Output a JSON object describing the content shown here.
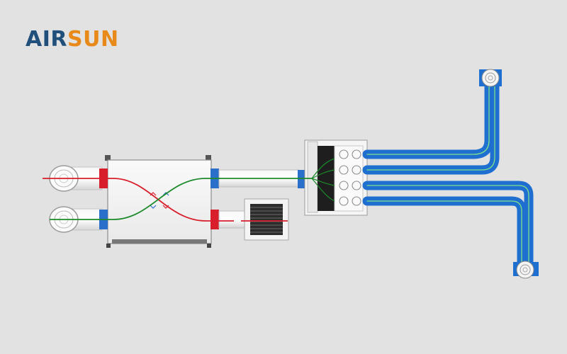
{
  "brand": {
    "part1": "AIR",
    "part2": "SUN",
    "color_part1": "#1f4f7a",
    "color_part2": "#e88a1a"
  },
  "colors": {
    "background": "#e2e2e2",
    "supply_air": "#1c8a2a",
    "exhaust_air": "#d81e2a",
    "flexible_duct": "#1f6fd0",
    "collar_blue": "#2a6fc9",
    "collar_red": "#d81e2a"
  },
  "components": [
    {
      "name": "intake-grille-top",
      "icon": "round-duct-terminal"
    },
    {
      "name": "intake-grille-bottom",
      "icon": "round-duct-terminal"
    },
    {
      "name": "heat-recovery-unit",
      "icon": "crossflow-heat-exchanger"
    },
    {
      "name": "extract-grille",
      "icon": "square-grille"
    },
    {
      "name": "distribution-plenum",
      "icon": "manifold-box"
    },
    {
      "name": "ceiling-diffuser-top",
      "icon": "round-diffuser"
    },
    {
      "name": "ceiling-diffuser-bottom",
      "icon": "round-diffuser"
    }
  ]
}
